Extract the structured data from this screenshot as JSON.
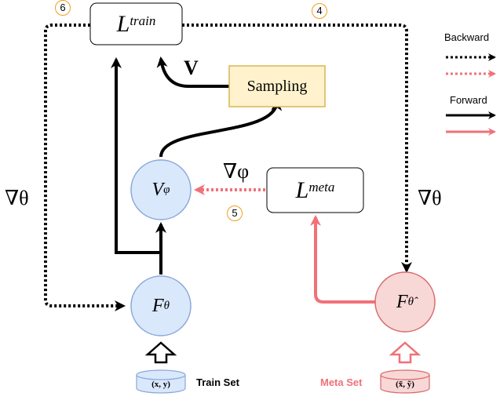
{
  "nodes": {
    "l_train": {
      "base": "L",
      "sup": "train"
    },
    "l_meta": {
      "base": "L",
      "sup": "meta"
    },
    "sampling": "Sampling",
    "v_phi": {
      "base": "V",
      "sub": "φ"
    },
    "f_theta": {
      "base": "F",
      "sub": "θ"
    },
    "f_theta_hat": {
      "base": "F",
      "sub": "θ̂"
    }
  },
  "edge_labels": {
    "v_bold": "V",
    "grad_theta_left": "∇θ",
    "grad_theta_right": "∇θ",
    "grad_phi": "∇φ"
  },
  "steps": {
    "s6": "6",
    "s4": "4",
    "s5": "5"
  },
  "datasets": {
    "train": {
      "label": "Train Set",
      "symbol": "(x, y)"
    },
    "meta": {
      "label": "Meta Set",
      "symbol": "(x̃, ỹ)"
    }
  },
  "legend": {
    "backward": "Backward",
    "forward": "Forward"
  },
  "colors": {
    "black": "#000000",
    "pink": "#f07178",
    "blue_fill": "#dae8fc",
    "blue_stroke": "#8aa8d8",
    "pink_fill": "#f8d7d7",
    "pink_stroke": "#d86a6a",
    "sampling_fill": "#fff2cc",
    "sampling_stroke": "#d6b656",
    "step_circle": "#f0a020",
    "meta_set_label": "#f07178"
  }
}
